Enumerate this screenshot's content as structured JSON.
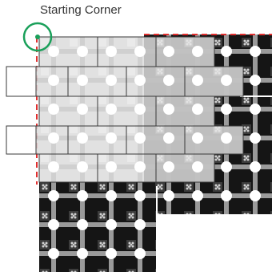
{
  "label": {
    "text": "Starting Corner"
  },
  "colors": {
    "mat": "#151515",
    "mat_line": "#9a9a9a",
    "dot": "#ffffff",
    "tile_fill": "#d9d9d9",
    "tile_stroke": "#3a3a3a",
    "guide": "#e03030",
    "marker": "#1aa05a",
    "cut_line": "#ffffff"
  },
  "diagram": {
    "marker_icon": "starting-corner-circle-icon",
    "dashed_guides": [
      "top-edge",
      "left-edge"
    ]
  }
}
